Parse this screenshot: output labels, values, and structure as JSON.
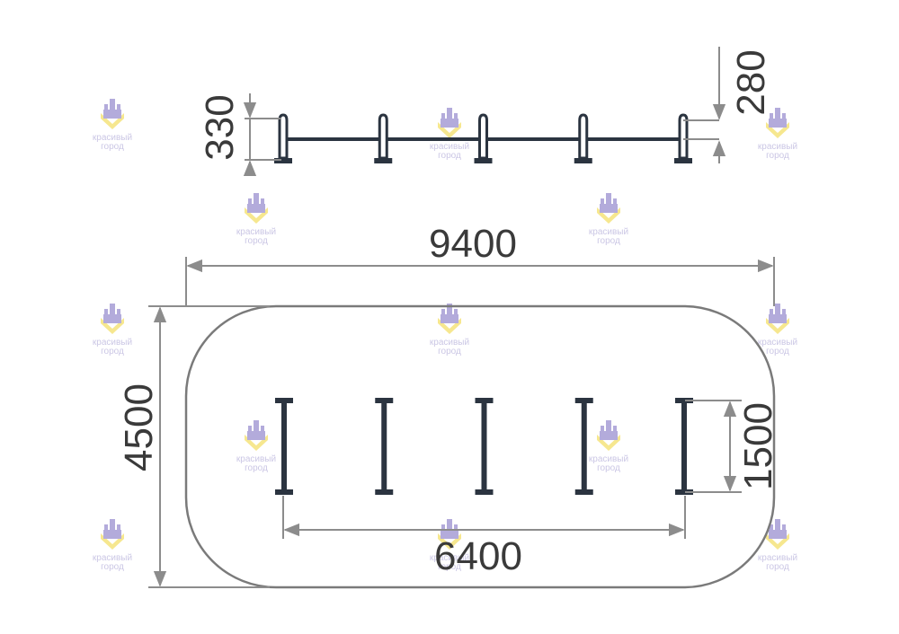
{
  "colors": {
    "dimension": "#8c8c8c",
    "outline": "#7a7a7a",
    "steel": "#2b3440",
    "text": "#3a3a3a",
    "watermark_house": "#9a90d0",
    "watermark_base": "#f3e06a"
  },
  "side_view": {
    "height_left_label": "330",
    "height_right_label": "280",
    "posts_count": 5
  },
  "plan_view": {
    "overall_length_label": "9400",
    "overall_width_label": "4500",
    "post_span_label": "6400",
    "post_height_label": "1500",
    "posts_count": 5
  },
  "watermark": {
    "icon": "castle-logo-icon",
    "line1": "красивый",
    "line2": "город"
  }
}
